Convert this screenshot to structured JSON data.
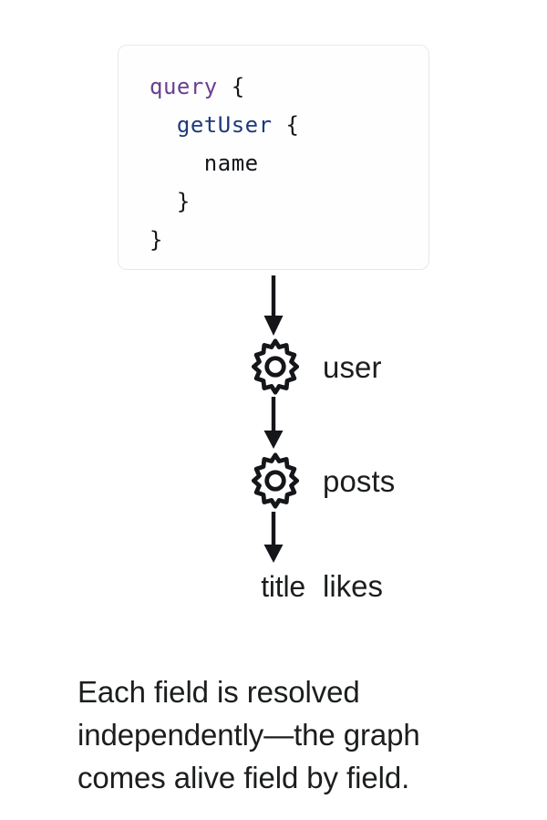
{
  "code_block": {
    "language": "graphql",
    "lines": [
      {
        "indent": 0,
        "tokens": [
          {
            "text": "query",
            "kind": "keyword"
          },
          {
            "text": " ",
            "kind": "plain"
          },
          {
            "text": "{",
            "kind": "brace"
          }
        ]
      },
      {
        "indent": 2,
        "tokens": [
          {
            "text": "getUser",
            "kind": "function"
          },
          {
            "text": " ",
            "kind": "plain"
          },
          {
            "text": "{",
            "kind": "brace"
          }
        ]
      },
      {
        "indent": 4,
        "tokens": [
          {
            "text": "name",
            "kind": "plain"
          }
        ]
      },
      {
        "indent": 2,
        "tokens": [
          {
            "text": "}",
            "kind": "brace"
          }
        ]
      },
      {
        "indent": 0,
        "tokens": [
          {
            "text": "}",
            "kind": "brace"
          }
        ]
      }
    ],
    "plain_text": "query {\n  getUser {\n    name\n  }\n}"
  },
  "flow": {
    "nodes": [
      {
        "icon": "gear-icon",
        "label": "user"
      },
      {
        "icon": "gear-icon",
        "label": "posts"
      }
    ],
    "leaf": {
      "primary_label": "title",
      "secondary_label": "likes"
    },
    "arrows": 3
  },
  "caption": {
    "text": "Each field is resolved independently—the graph comes alive field by field."
  },
  "colors": {
    "background": "#ffffff",
    "text": "#1b1d1e",
    "keyword": "#6b3f8f",
    "function": "#1f3a7a",
    "code_border": "#e8e8e8",
    "code_background": "#fefefe"
  }
}
